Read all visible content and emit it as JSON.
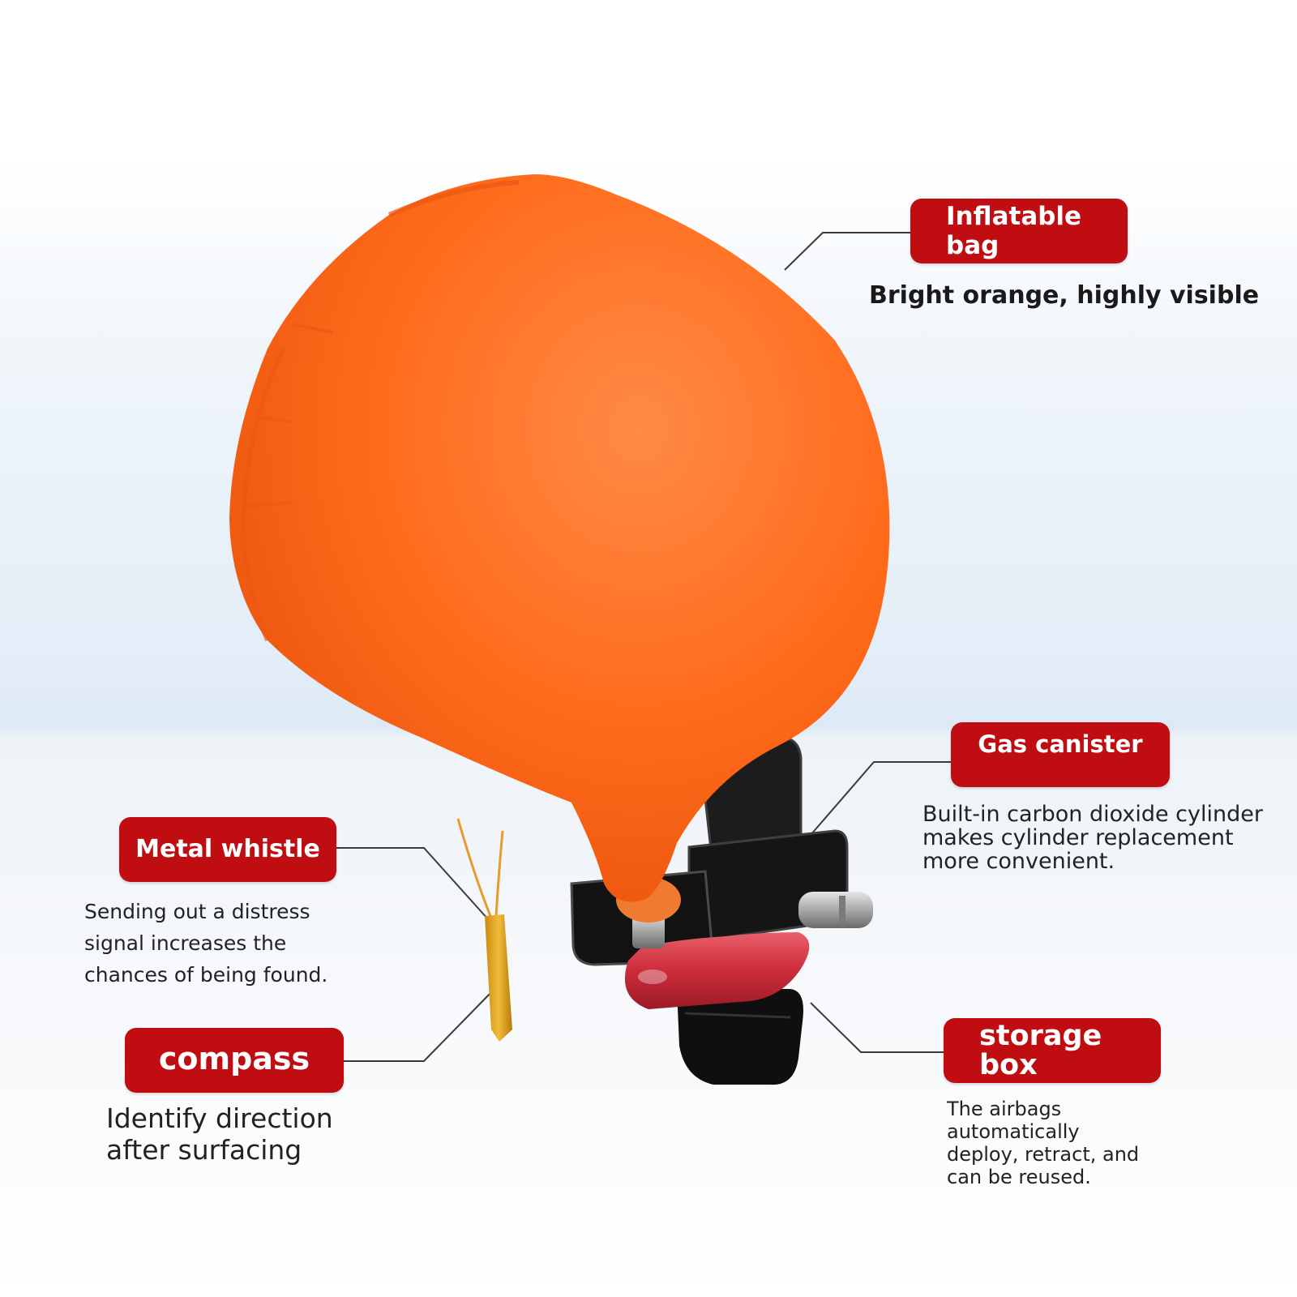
{
  "callouts": {
    "inflatable_bag": {
      "title_line1": "Inflatable",
      "title_line2": "bag",
      "description": "Bright orange, highly visible"
    },
    "gas_canister": {
      "title": "Gas canister",
      "description": "Built-in carbon dioxide cylinder makes cylinder replacement more convenient."
    },
    "metal_whistle": {
      "title": "Metal whistle",
      "description": "Sending out a distress\nsignal increases the\nchances of being found."
    },
    "compass": {
      "title": "compass",
      "description": "Identify direction\nafter surfacing"
    },
    "storage_box": {
      "title_line1": "storage",
      "title_line2": "box",
      "description": "The airbags\nautomatically\ndeploy, retract, and\ncan be reused."
    }
  },
  "colors": {
    "badge": "#c00d12",
    "bag": "#ff6a1a",
    "canister": "#d23a48",
    "whistle": "#e6a020"
  }
}
